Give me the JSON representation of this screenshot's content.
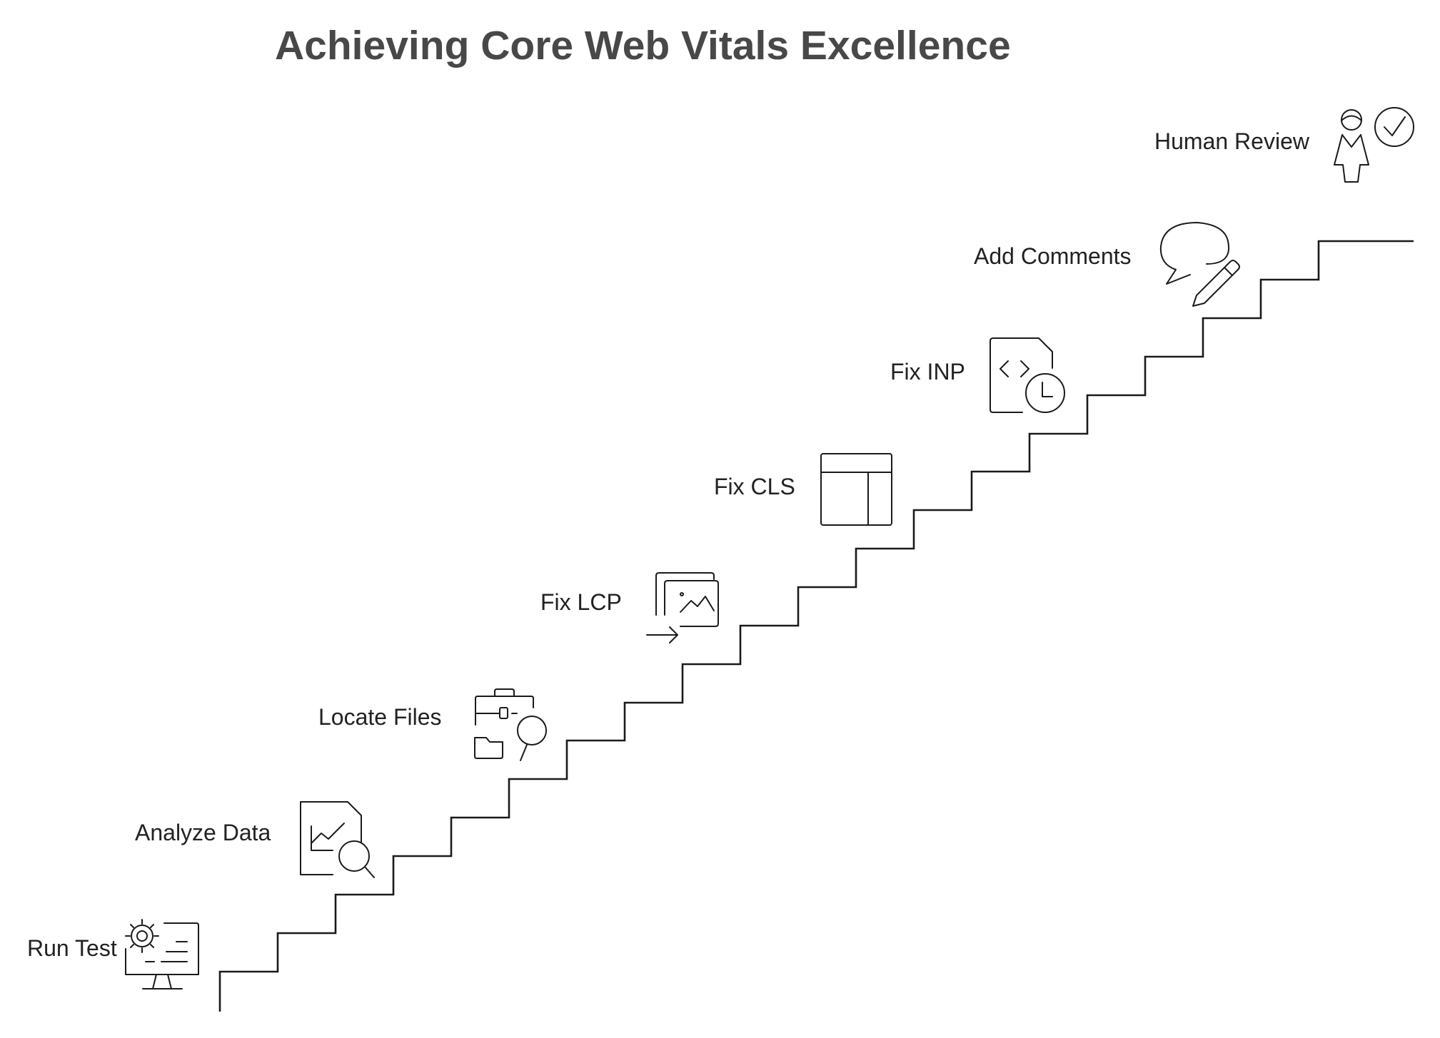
{
  "title": "Achieving Core Web Vitals Excellence",
  "steps": [
    {
      "label": "Run Test",
      "icon": "monitor-gear-icon"
    },
    {
      "label": "Analyze Data",
      "icon": "chart-magnifier-icon"
    },
    {
      "label": "Locate Files",
      "icon": "toolbox-folder-search-icon"
    },
    {
      "label": "Fix LCP",
      "icon": "image-stack-arrow-icon"
    },
    {
      "label": "Fix CLS",
      "icon": "layout-grid-icon"
    },
    {
      "label": "Fix INP",
      "icon": "code-file-clock-icon"
    },
    {
      "label": "Add Comments",
      "icon": "speech-bubble-pencil-icon"
    },
    {
      "label": "Human Review",
      "icon": "person-checkmark-icon"
    }
  ]
}
